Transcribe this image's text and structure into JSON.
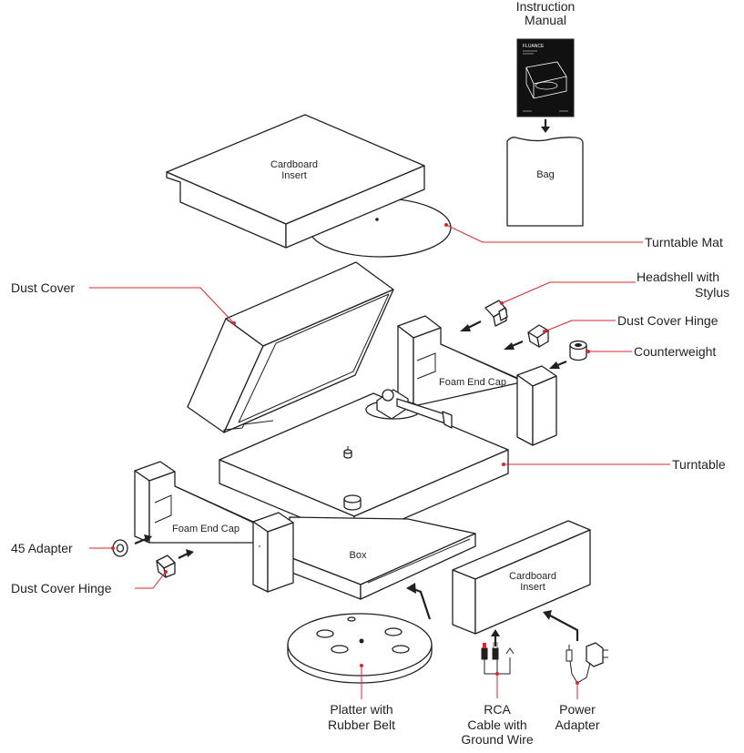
{
  "labels": {
    "instruction_manual_1": "Instruction",
    "instruction_manual_2": "Manual",
    "bag": "Bag",
    "cardboard_insert_top_1": "Cardboard",
    "cardboard_insert_top_2": "Insert",
    "turntable_mat": "Turntable Mat",
    "headshell_1": "Headshell with",
    "headshell_2": "Stylus",
    "dust_cover": "Dust Cover",
    "dust_cover_hinge_right": "Dust Cover Hinge",
    "counterweight": "Counterweight",
    "foam_end_cap_right": "Foam End Cap",
    "turntable": "Turntable",
    "foam_end_cap_left": "Foam End Cap",
    "box": "Box",
    "adapter_45": "45 Adapter",
    "dust_cover_hinge_left": "Dust Cover Hinge",
    "cardboard_insert_bottom_1": "Cardboard",
    "cardboard_insert_bottom_2": "Insert",
    "platter_1": "Platter with",
    "platter_2": "Rubber Belt",
    "rca_1": "RCA",
    "rca_2": "Cable with",
    "rca_3": "Ground Wire",
    "power_1": "Power",
    "power_2": "Adapter",
    "manual_brand": "FLUANCE"
  },
  "colors": {
    "leader_line": "#e0242b",
    "outline": "#231f20",
    "background": "#ffffff"
  }
}
